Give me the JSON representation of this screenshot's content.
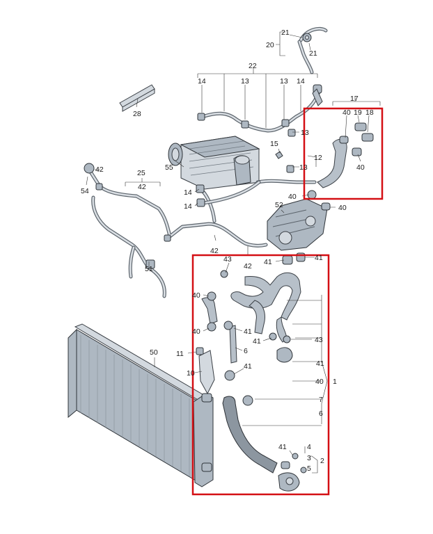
{
  "labels": {
    "l21a": "21",
    "l20": "20",
    "l21b": "21",
    "l22": "22",
    "l14a": "14",
    "l13a": "13",
    "l13b": "13",
    "l14b": "14",
    "l28": "28",
    "l17": "17",
    "l40a": "40",
    "l19": "19",
    "l18": "18",
    "l40b": "40",
    "l13c": "13",
    "l15": "15",
    "l12": "12",
    "l13d": "13",
    "l55": "55",
    "l42a": "42",
    "l54": "54",
    "l25": "25",
    "l42b": "42",
    "l14c": "14",
    "l14d": "14",
    "l40c": "40",
    "l52": "52",
    "l40d": "40",
    "l42c": "42",
    "l42d": "42",
    "l51": "51",
    "l43a": "43",
    "l41a": "41",
    "l41b": "41",
    "l40e": "40",
    "l40f": "40",
    "l41c": "41",
    "l41d": "41",
    "l43b": "43",
    "l50": "50",
    "l11": "11",
    "l6": "6",
    "l41e": "41",
    "l10": "10",
    "l41f": "41",
    "l40g": "40",
    "l1": "1",
    "l7": "7",
    "l6b": "6",
    "l41g": "41",
    "l4": "4",
    "l3": "3",
    "l5": "5",
    "l2": "2"
  }
}
